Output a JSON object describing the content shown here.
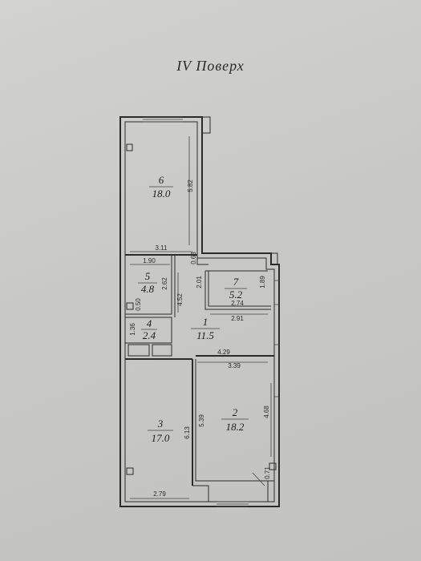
{
  "title": "IV Поверх",
  "rooms": [
    {
      "number": "1",
      "area": "11.5"
    },
    {
      "number": "2",
      "area": "18.2"
    },
    {
      "number": "3",
      "area": "17.0"
    },
    {
      "number": "4",
      "area": "2.4"
    },
    {
      "number": "5",
      "area": "4.8"
    },
    {
      "number": "6",
      "area": "18.0"
    },
    {
      "number": "7",
      "area": "5.2"
    }
  ],
  "dimensions": [
    "5.82",
    "3.11",
    "1.90",
    "0.63",
    "2.62",
    "2.01",
    "4.52",
    "0.50",
    "1.36",
    "1.89",
    "2.74",
    "2.91",
    "4.29",
    "3.39",
    "6.13",
    "5.39",
    "4.68",
    "0.71",
    "2.79"
  ]
}
